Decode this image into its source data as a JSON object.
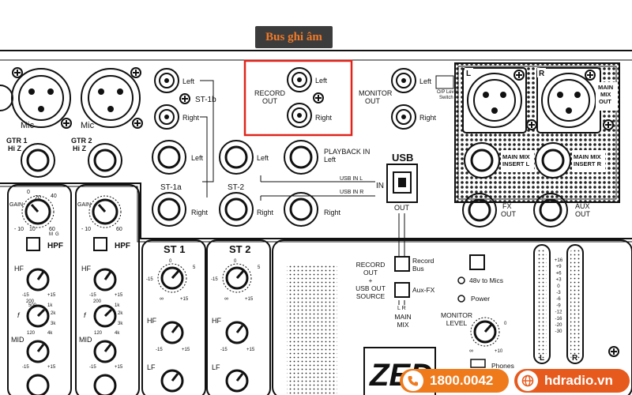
{
  "title": "Bus ghi âm",
  "labels": {
    "left": "Left",
    "right": "Right",
    "st1b": "ST-1b",
    "st1a": "ST-1a",
    "st2_jack": "ST-2",
    "record_out": "RECORD\nOUT",
    "monitor_out": "MONITOR\nOUT",
    "op_level": "O/P Level\nSwitch",
    "main_l": "L",
    "main_r": "R",
    "main_mix_out": "MAIN\nMIX\nOUT",
    "mic": "Mic",
    "gtr1": "GTR 1",
    "gtr2": "GTR 2",
    "hiz": "Hi Z",
    "playback_in": "PLAYBACK IN",
    "usb": "USB",
    "usb_in_l": "USB IN L",
    "usb_in_r": "USB IN R",
    "in": "IN",
    "out": "OUT",
    "main_mix_insert_l": "MAIN MIX\nINSERT L",
    "main_mix_insert_r": "MAIN MIX\nINSERT R",
    "fx_out": "FX\nOUT",
    "aux_out": "AUX\nOUT",
    "gain": "GAIN",
    "hpf": "HPF",
    "hf": "HF",
    "mid": "MID",
    "lf": "LF",
    "f": "f",
    "st1_strip": "ST 1",
    "st2_strip": "ST 2",
    "rec_source": "RECORD\nOUT\n+\nUSB OUT\nSOURCE",
    "record_bus": "Record\nBus",
    "aux_fx": "Aux-FX",
    "lr": "L  R",
    "main_mix": "MAIN\nMIX",
    "phantom": "48v to Mics",
    "power": "Power",
    "monitor_level": "MONITOR\nLEVEL",
    "phones": "Phones",
    "brand": "ZED",
    "meter_l": "L",
    "meter_r": "R"
  },
  "scales": {
    "gain": [
      "0",
      "20",
      "40",
      "- 10",
      "10",
      "60",
      "M",
      "G"
    ],
    "eq": [
      "-15",
      "+15"
    ],
    "mid_freq": [
      "200",
      "500",
      "1k",
      "2k",
      "3k",
      "120",
      "4k"
    ],
    "st_level": [
      "-15",
      "0",
      "5",
      "∞",
      "+15"
    ],
    "monitor_level": [
      "0",
      "∞",
      "+10"
    ],
    "meter": [
      "+16",
      "+9",
      "+6",
      "+3",
      "0",
      "-3",
      "-6",
      "-9",
      "-12",
      "-16",
      "-20",
      "-30"
    ]
  },
  "contact": {
    "phone": "1800.0042",
    "website": "hdradio.vn"
  },
  "colors": {
    "highlight": "#e0241b",
    "phone_badge": "#ef7a1c",
    "web_badge": "#e65a1e",
    "title_text": "#f07a28"
  }
}
